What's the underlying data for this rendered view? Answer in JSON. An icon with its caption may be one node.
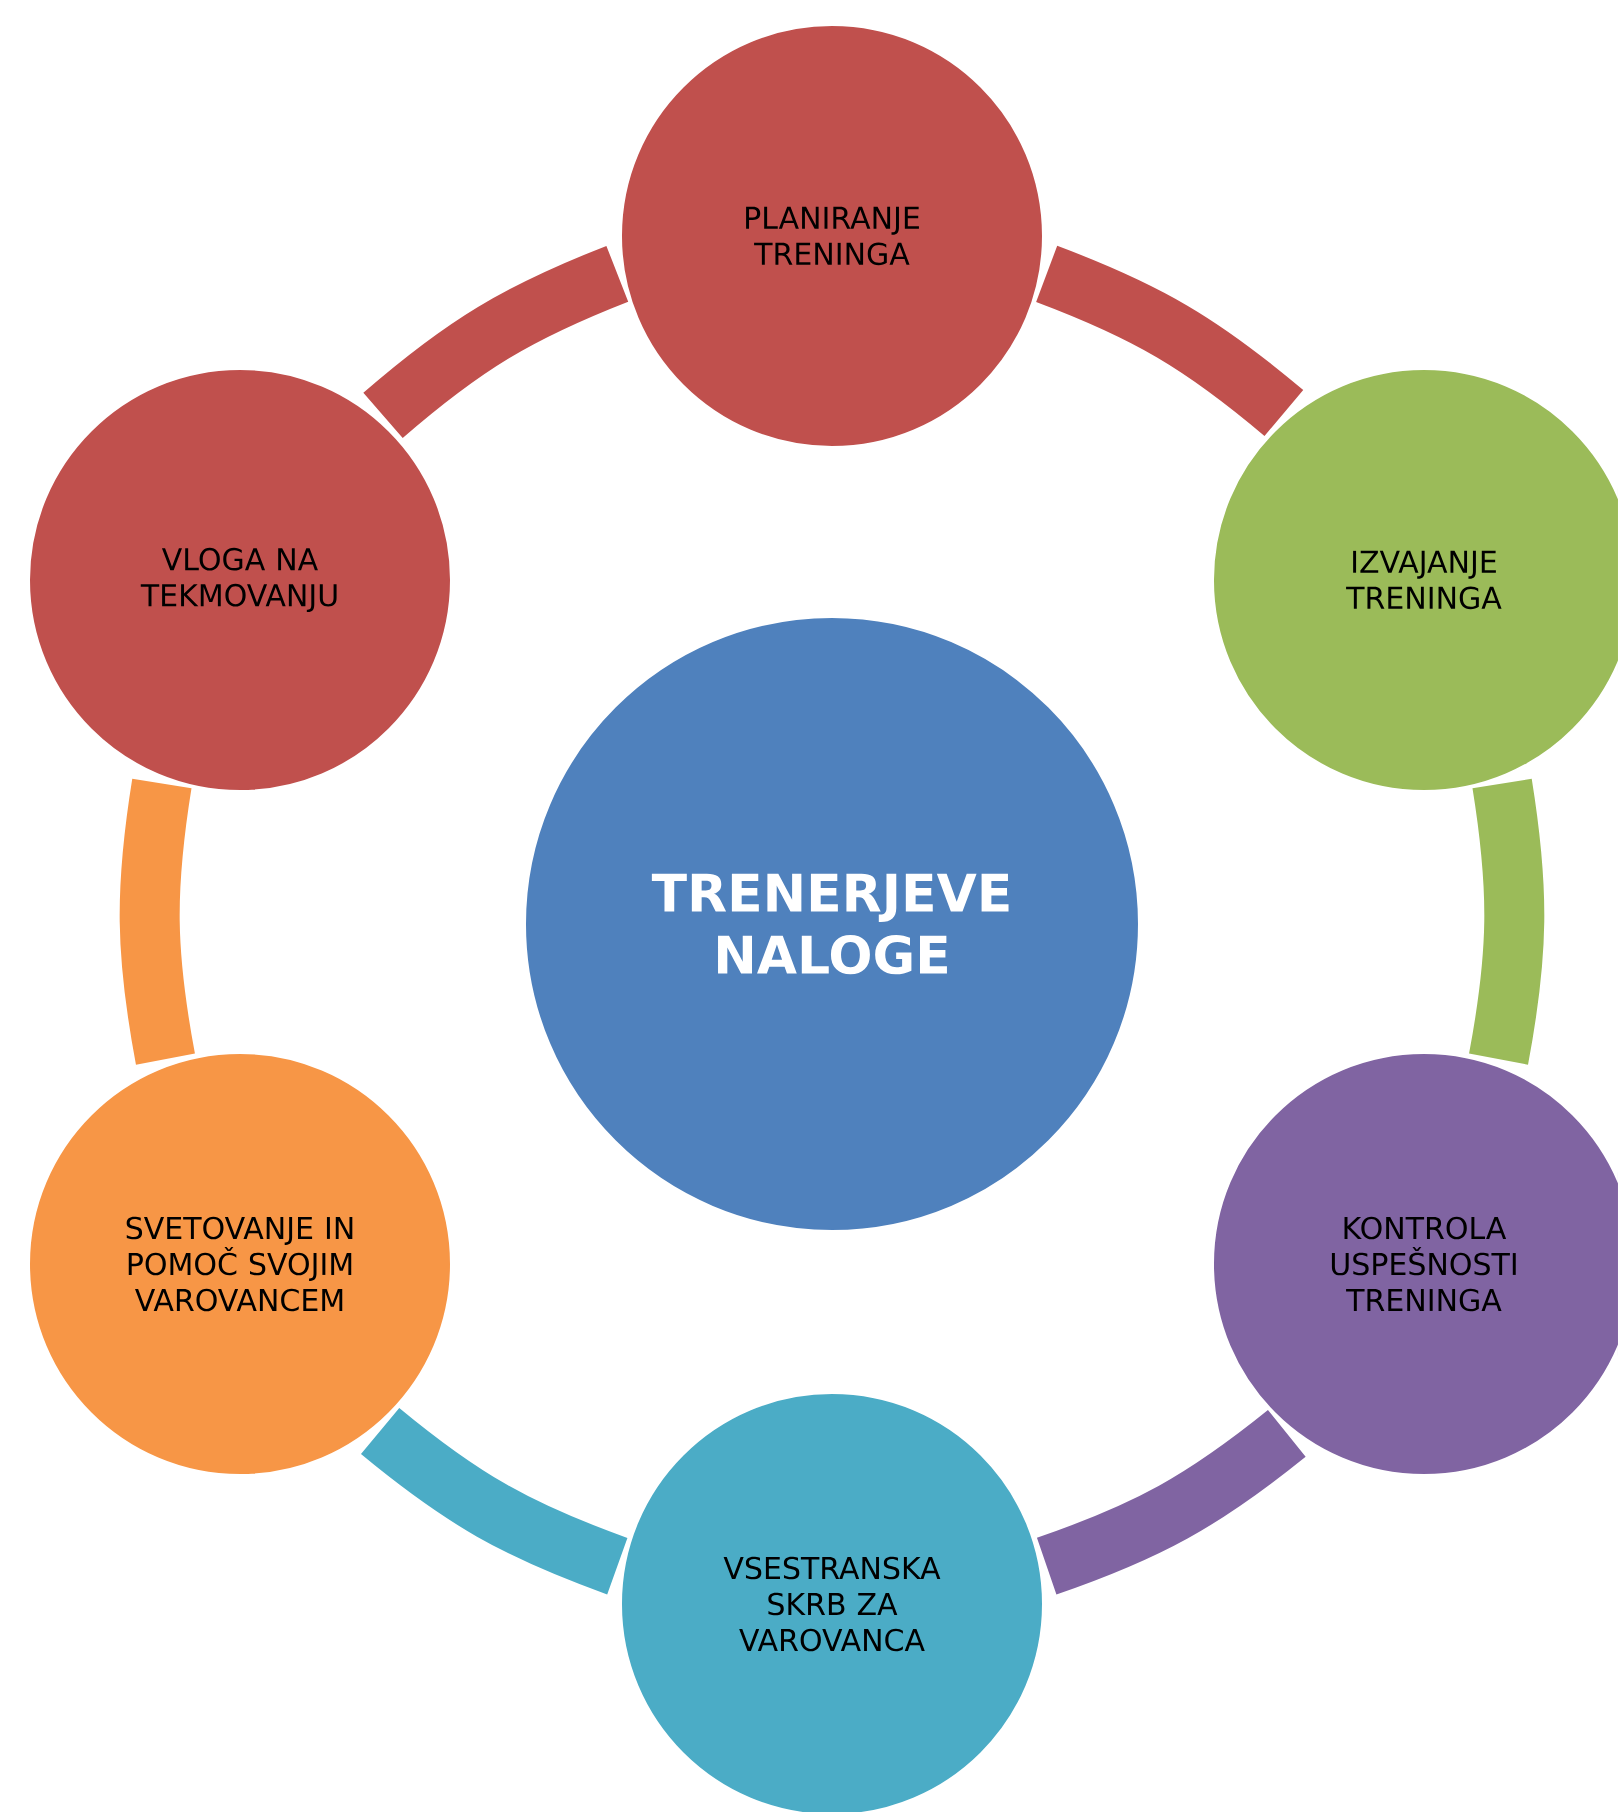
{
  "diagram": {
    "nodes": [
      {
        "text": [
          "TRENERJEVE NALOGE"
        ]
      },
      {
        "text": [
          "PLANIRANJE TRENINGA"
        ]
      },
      {
        "text": [
          "IZVAJANJE TRENINGA"
        ]
      },
      {
        "text": [
          "KONTROLA USPEŠNOSTI TRENINGA"
        ]
      },
      {
        "text": [
          "VSESTRANSKA SKRB ZA VAROVANCA"
        ]
      },
      {
        "text": [
          "SVETOVANJE IN POMOČ SVOJIM VAROVANCEM"
        ]
      },
      {
        "text": [
          "VLOGA NA TEKMOVANJU"
        ]
      }
    ],
    "edges": [
      {
        "from": 1,
        "to": 2,
        "arrow": "none",
        "color": "#c0504d"
      },
      {
        "from": 2,
        "to": 3,
        "arrow": "none",
        "color": "#9bbb59"
      },
      {
        "from": 3,
        "to": 4,
        "arrow": "none",
        "color": "#8064a2"
      },
      {
        "from": 4,
        "to": 5,
        "arrow": "none",
        "color": "#4bacc6"
      },
      {
        "from": 5,
        "to": 6,
        "arrow": "none",
        "color": "#f79646"
      },
      {
        "from": 6,
        "to": 1,
        "arrow": "none",
        "color": "#c0504d"
      }
    ]
  }
}
